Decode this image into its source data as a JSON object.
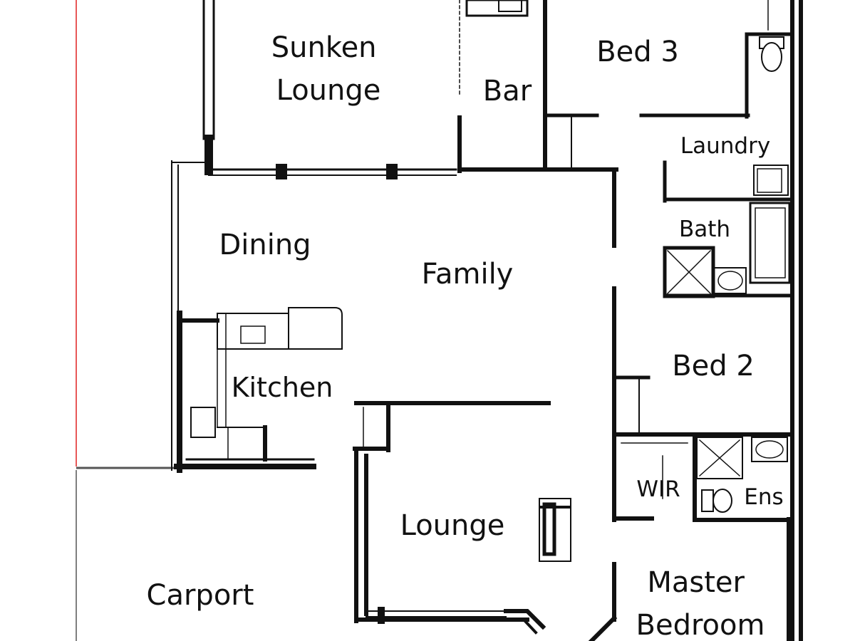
{
  "plan": {
    "rooms": {
      "sunken_lounge": [
        "Sunken",
        "Lounge"
      ],
      "bar": "Bar",
      "bed3": "Bed 3",
      "laundry": "Laundry",
      "dining": "Dining",
      "family": "Family",
      "bath": "Bath",
      "kitchen": "Kitchen",
      "bed2": "Bed 2",
      "wir": "WIR",
      "ens": "Ens",
      "lounge": "Lounge",
      "carport": "Carport",
      "master_bedroom": [
        "Master",
        "Bedroom"
      ]
    },
    "colors": {
      "wall": "#111111",
      "thin_line": "#222222",
      "boundary": "#e02020",
      "background": "#ffffff"
    }
  }
}
